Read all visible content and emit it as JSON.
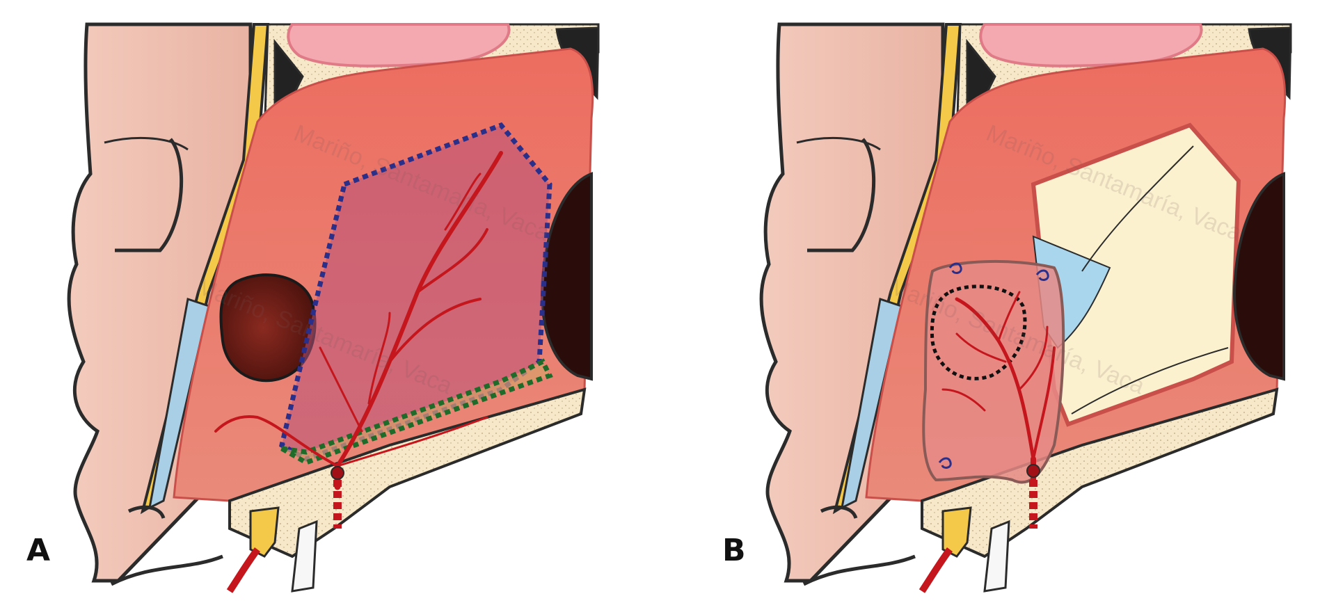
{
  "panels": [
    {
      "label": "A"
    },
    {
      "label": "B"
    }
  ],
  "watermark": "Mariño, Santamaría, Vaca",
  "colors": {
    "skin": "#f1c2b4",
    "skin_shadow": "#d99a8c",
    "mucosa": "#ea6e63",
    "mucosa_dark": "#c9504a",
    "flap_region": "#c55a78",
    "flap_outline": "#2a2f8a",
    "floor_outline": "#1f6b2a",
    "bone": "#f6e8c8",
    "vessel": "#c4161c",
    "exposed_bone": "#fbf1cf",
    "graft_blue": "#a9d6ec",
    "cavity_dark": "#2a0d0a",
    "brain": "#f4a8b0",
    "outline": "#2b2b2b"
  },
  "icons": [
    "suture-icon"
  ]
}
